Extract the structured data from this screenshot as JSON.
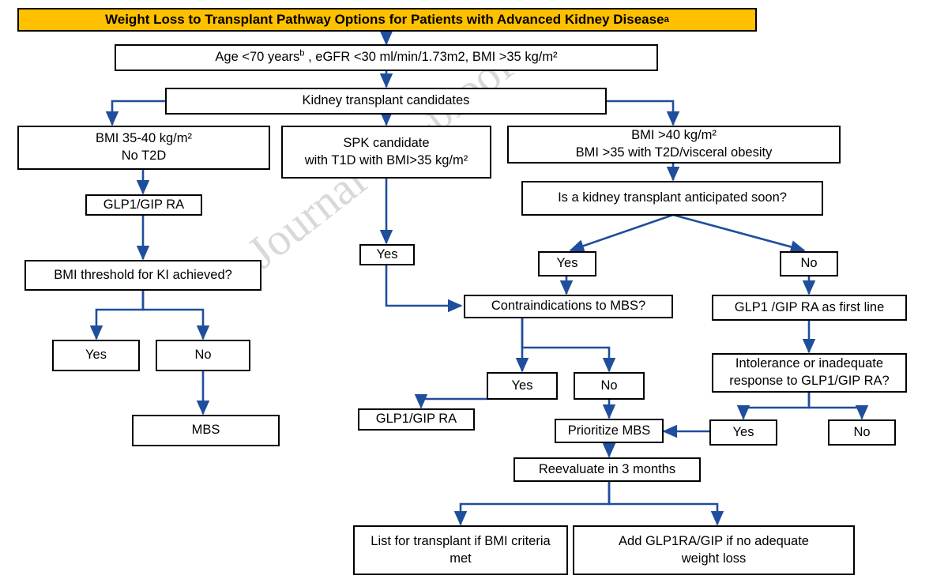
{
  "title": {
    "text": "Weight Loss to Transplant Pathway Options for Patients with Advanced Kidney Disease",
    "superscript": "a"
  },
  "watermark": "Journal Pre-proof",
  "colors": {
    "title_background": "#FFC000",
    "node_border": "#000000",
    "node_background": "#FFFFFF",
    "connector": "#1F4E9C",
    "watermark": "#D9D9D9"
  },
  "nodes": {
    "criteria": {
      "line1": "Age <70 years",
      "line1_sup": "b",
      "line1_rest": " , eGFR <30 ml/min/1.73m2, BMI >35 kg/m²"
    },
    "candidates": {
      "label": "Kidney transplant candidates"
    },
    "bmi_35_40": {
      "line1": "BMI 35-40 kg/m²",
      "line2": "No T2D"
    },
    "spk": {
      "line1": "SPK candidate",
      "line2": "with T1D with BMI>35 kg/m²"
    },
    "bmi_over_40": {
      "line1": "BMI >40 kg/m²",
      "line2": "BMI >35 with T2D/visceral obesity"
    },
    "glp1_left": {
      "label": "GLP1/GIP RA"
    },
    "transplant_soon": {
      "label": "Is a kidney transplant anticipated soon?"
    },
    "bmi_threshold": {
      "label": "BMI threshold for KI achieved?"
    },
    "spk_yes": {
      "label": "Yes"
    },
    "soon_yes": {
      "label": "Yes"
    },
    "soon_no": {
      "label": "No"
    },
    "threshold_yes": {
      "label": "Yes"
    },
    "threshold_no": {
      "label": "No"
    },
    "contraindications": {
      "label": "Contraindications to MBS?"
    },
    "glp1_first_line": {
      "label": "GLP1 /GIP RA as first line"
    },
    "mbs_left": {
      "label": "MBS"
    },
    "contra_yes": {
      "label": "Yes"
    },
    "contra_no": {
      "label": "No"
    },
    "intolerance": {
      "line1": "Intolerance or inadequate",
      "line2": "response to GLP1/GIP RA?"
    },
    "glp1_contra_yes": {
      "label": "GLP1/GIP RA"
    },
    "prioritize_mbs": {
      "label": "Prioritize MBS"
    },
    "intolerance_yes": {
      "label": "Yes"
    },
    "intolerance_no": {
      "label": "No"
    },
    "reevaluate": {
      "label": "Reevaluate in 3 months"
    },
    "list_transplant": {
      "line1": "List for transplant if BMI criteria",
      "line2": "met"
    },
    "add_glp1ra": {
      "line1": "Add GLP1RA/GIP if no adequate",
      "line2": "weight loss"
    }
  }
}
